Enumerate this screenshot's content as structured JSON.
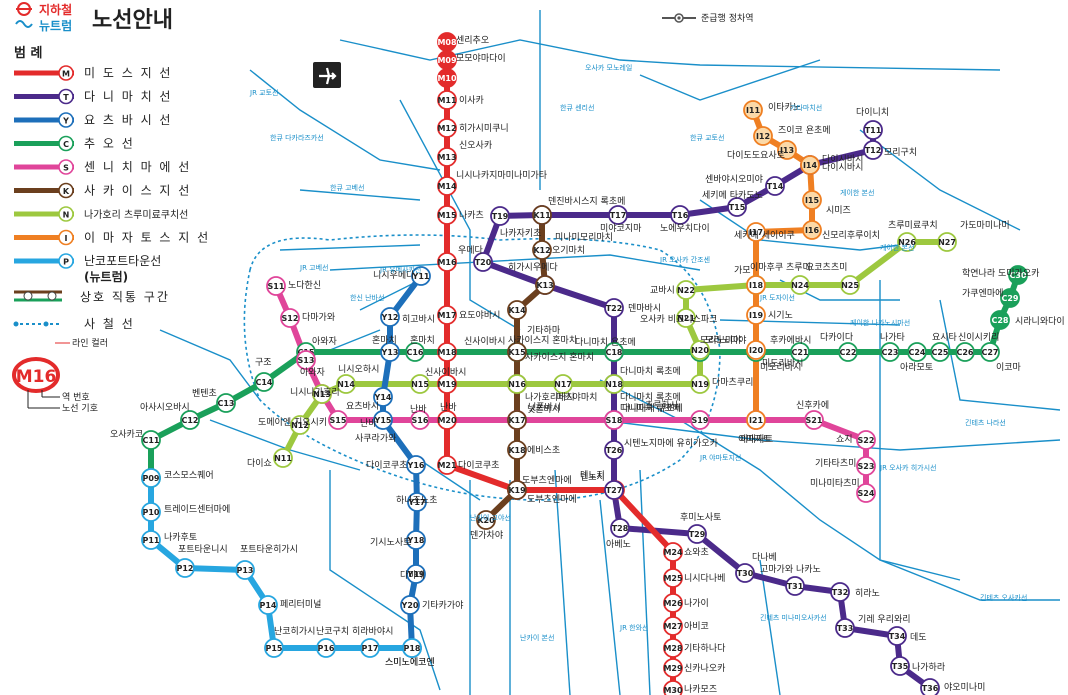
{
  "header": {
    "logo_line1": "지하철",
    "logo_line2": "뉴트럼",
    "title": "노선안내",
    "express_legend": "준급행 정차역"
  },
  "legend": {
    "title": "범 례",
    "lines": [
      {
        "code": "M",
        "name": "미 도 스 지 선",
        "color": "#e32b2b"
      },
      {
        "code": "T",
        "name": "다 니 마 치 선",
        "color": "#4b2a8a"
      },
      {
        "code": "Y",
        "name": "요 츠 바 시 선",
        "color": "#1d6fba"
      },
      {
        "code": "C",
        "name": "추        오        선",
        "color": "#1aa05a"
      },
      {
        "code": "S",
        "name": "센 니 치 마 에 선",
        "color": "#e0459a"
      },
      {
        "code": "K",
        "name": "사 카 이 스 지 선",
        "color": "#6b3f1e"
      },
      {
        "code": "N",
        "name": "나가호리 츠루미료쿠치선",
        "color": "#9dc83f"
      },
      {
        "code": "I",
        "name": "이 마 자 토 스 지 선",
        "color": "#ef7f22"
      },
      {
        "code": "P",
        "name": "난코포트타운선",
        "color": "#27a6e0"
      }
    ],
    "newtram": "(뉴트럼)",
    "through_service": "상호 직통 구간",
    "private_rail": "사        철        선",
    "line_color": "라인 컬러",
    "example_code": "M16",
    "station_number": "역 번호",
    "line_symbol": "노선 기호"
  },
  "stations": {
    "M": [
      "M08",
      "M09",
      "M10",
      "M11",
      "M12",
      "M13",
      "M14",
      "M15",
      "M16",
      "M17",
      "M18",
      "M19",
      "M20",
      "M21",
      "M22",
      "M23",
      "M24",
      "M25",
      "M26",
      "M27",
      "M28",
      "M29",
      "M30"
    ],
    "T": [
      "T11",
      "T12",
      "T13",
      "T14",
      "T15",
      "T16",
      "T17",
      "T18",
      "T19",
      "T20",
      "T21",
      "T22",
      "T23",
      "T24",
      "T25",
      "T26",
      "T27",
      "T28",
      "T29",
      "T30",
      "T31",
      "T32",
      "T33",
      "T34",
      "T35",
      "T36"
    ],
    "Y": [
      "Y11",
      "Y12",
      "Y13",
      "Y14",
      "Y15",
      "Y16",
      "Y17",
      "Y18",
      "Y19",
      "Y20",
      "Y21"
    ],
    "C": [
      "C10",
      "C11",
      "C12",
      "C13",
      "C14",
      "C15",
      "C16",
      "C17",
      "C18",
      "C19",
      "C20",
      "C21",
      "C22",
      "C23",
      "C24",
      "C25",
      "C26",
      "C27",
      "C28",
      "C29",
      "C30"
    ],
    "S": [
      "S11",
      "S12",
      "S13",
      "S14",
      "S15",
      "S16",
      "S17",
      "S18",
      "S19",
      "S20",
      "S21",
      "S22",
      "S23",
      "S24"
    ],
    "K": [
      "K11",
      "K12",
      "K13",
      "K14",
      "K15",
      "K16",
      "K17",
      "K18",
      "K19",
      "K20"
    ],
    "N": [
      "N11",
      "N12",
      "N13",
      "N14",
      "N15",
      "N16",
      "N17",
      "N18",
      "N19",
      "N20",
      "N21",
      "N22",
      "N23",
      "N24",
      "N25",
      "N26",
      "N27"
    ],
    "I": [
      "I11",
      "I12",
      "I13",
      "I14",
      "I15",
      "I16",
      "I17",
      "I18",
      "I19",
      "I20",
      "I21"
    ],
    "P": [
      "P09",
      "P10",
      "P11",
      "P12",
      "P13",
      "P14",
      "P15",
      "P16",
      "P17",
      "P18"
    ]
  },
  "names": {
    "M08": "에사카",
    "M09": "센리추오",
    "M10": "모모야마다이",
    "M11": "이사카",
    "M12": "히가시미쿠니",
    "M13": "신오사카",
    "M14": "니시나카지마미나미가타",
    "M15": "나카츠",
    "M16": "우메다",
    "M17": "요도야바시",
    "M18": "혼마치",
    "M19": "신사이바시",
    "M20": "난바",
    "M21": "다이코쿠초",
    "M22": "도부츠엔마에",
    "M23": "덴노지",
    "M24": "쇼와초",
    "M25": "니시다나베",
    "M26": "나가이",
    "M27": "아비코",
    "M28": "기타하나다",
    "M29": "신카나오카",
    "M30": "나카모즈",
    "T11": "다이니치",
    "T12": "모리구치",
    "T13": "다이시바시",
    "T14": "센바야시오미야",
    "T15": "세키메 타카도노",
    "T16": "노에우치다이",
    "T17": "미야코지마",
    "T18": "덴진바시스지 록초메",
    "T19": "나카자키초",
    "T20": "히가시우메다",
    "T21": "미나미모리마치",
    "T22": "덴마바시",
    "T23": "다니마치 욘초메",
    "T24": "다니마치 록초메",
    "T25": "다니마치 큐초메",
    "T26": "시텐노지마에 유히가오카",
    "T27": "덴노지",
    "T28": "아베노",
    "T29": "후미노사토",
    "T30": "다나베",
    "T31": "고마가와 나카노",
    "T32": "히라노",
    "T33": "기레 우리와리",
    "T34": "데도",
    "T35": "나가하라",
    "T36": "야오미나미",
    "Y11": "니시우메다",
    "Y12": "히고바시",
    "Y13": "혼마치",
    "Y14": "요츠바시",
    "Y15": "난바",
    "Y16": "다이코쿠초",
    "Y17": "하나조노초",
    "Y18": "기시노사토",
    "Y19": "다마데",
    "Y20": "기타카가야",
    "Y21": "스미노에코엔",
    "C11": "오사카코",
    "C12": "아사시오바시",
    "C13": "벤텐초",
    "C14": "구조",
    "C15": "아와자",
    "C16": "혼마치",
    "C17": "사카이스지 혼마치",
    "C18": "다니마치 욘초메",
    "C19": "모리노미야",
    "C20": "미도리바시",
    "C21": "후카에바시",
    "C22": "다카이다",
    "C23": "나가타",
    "C24": "아라모토",
    "C25": "요시타",
    "C26": "신이시키리",
    "C27": "이코마",
    "C28": "시라니와다이",
    "C29": "가쿠엔마에",
    "C30": "학연나라 도미가오카",
    "S11": "노다한신",
    "S12": "다마가와",
    "S13": "아와자",
    "S14": "니시나가호리",
    "S15": "사쿠라가와",
    "S16": "난바",
    "S17": "닛폰바시",
    "S18": "다니마치 큐초메",
    "S19": "츠루하시",
    "S20": "이마자토",
    "S21": "신후카에",
    "S22": "쇼지",
    "S23": "기타타츠미",
    "S24": "미나미타츠미",
    "K11": "덴진바시스지 록초메",
    "K12": "오기마치",
    "K13": "미나미모리마치",
    "K14": "기타하마",
    "K15": "사카이스지 혼마치",
    "K16": "나가호리바시",
    "K17": "닛폰바시",
    "K18": "에비스초",
    "K19": "도부츠엔마에",
    "K20": "덴가차야",
    "N11": "다이쇼",
    "N12": "도메이엔 지오시키",
    "N13": "니시나가호리",
    "N14": "니시오하시",
    "N15": "신사이바시",
    "N16": "나가호리바시",
    "N17": "마츠야마치",
    "N18": "다니마치 록초메",
    "N19": "다마츠쿠리",
    "N20": "모리노미야",
    "N21": "오사카 비즈니스파크",
    "N22": "교바시",
    "N23": "가모",
    "N24": "이마후쿠 츠루미",
    "N25": "요코츠츠미",
    "N26": "츠루미료쿠치",
    "N27": "가도마미나미",
    "I11": "이타카노",
    "I12": "즈이코 욘초메",
    "I13": "다이도도요사토",
    "I14": "다이시바시",
    "I15": "시미즈",
    "I16": "신모리후루이치",
    "I17": "세키메 세이이쿠",
    "I18": "가모",
    "I19": "시기노",
    "I20": "미도리바시",
    "I21": "이마자토",
    "P09": "코스모스퀘어",
    "P10": "트레이드센터마에",
    "P11": "나카후토",
    "P12": "포트타운니시",
    "P13": "포트타운히가시",
    "P14": "페리터미널",
    "P15": "난코히가시",
    "P16": "난코구치",
    "P17": "히라바야시",
    "P18": "스미노에코엔"
  },
  "rail_labels": [
    "오사카 모노레일",
    "한큐 센리선",
    "한큐 교토선",
    "한큐 고베선",
    "JR 오사카 간조센",
    "JR 도자이선",
    "JR 유메사키선",
    "게이한 본선",
    "긴테츠 나라선",
    "긴테츠 오사카선",
    "JR 야마토지선",
    "난카이 고야선",
    "한신 난바선",
    "케이한 나카노시마선",
    "JR 교토선",
    "JR 고베선",
    "가타마치선",
    "한큐 다카라즈카선",
    "JR 한와선",
    "난카이 본선",
    "JR 오사카 히가시선",
    "긴테츠 미나미오사카선",
    "게이한 본선"
  ]
}
